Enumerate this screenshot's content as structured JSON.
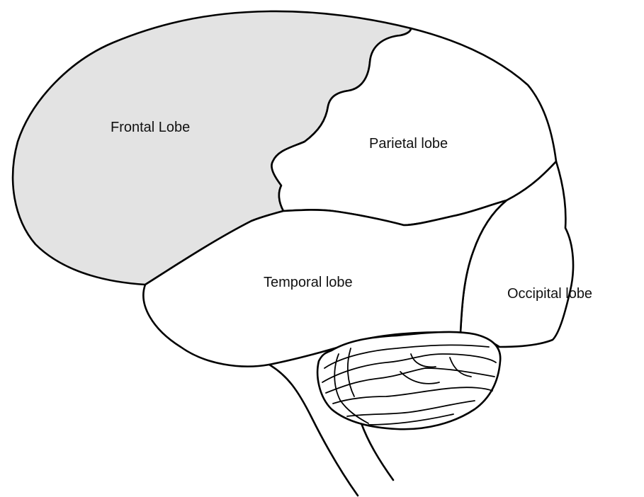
{
  "labels": {
    "frontal": "Frontal Lobe",
    "parietal": "Parietal lobe",
    "temporal": "Temporal lobe",
    "occipital": "Occipital lobe"
  },
  "colors": {
    "frontal_fill": "#e3e3e3",
    "other_fill": "#ffffff",
    "stroke": "#000000"
  }
}
